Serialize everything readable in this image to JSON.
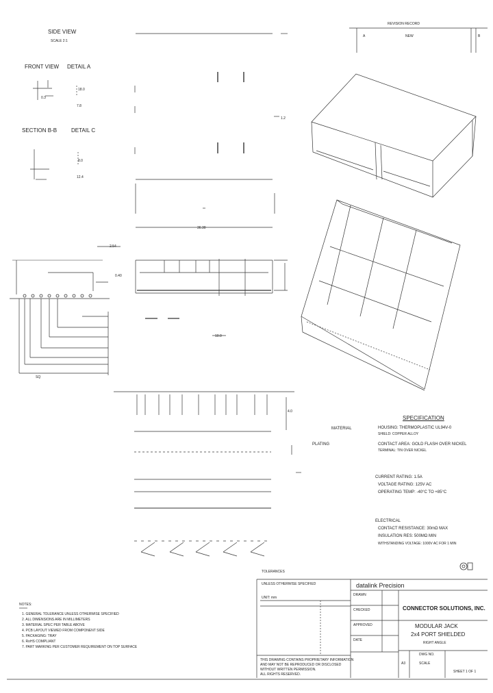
{
  "rev_table": {
    "label": "REVISION RECORD",
    "col_rev": "A",
    "col_desc": "NEW",
    "col_date": "B"
  },
  "views": {
    "top_title": "SIDE VIEW",
    "top_sub": "SCALE 2:1",
    "front_title": "FRONT VIEW",
    "detail_a": "DETAIL A",
    "section_b": "SECTION B-B",
    "detail_c": "DETAIL C"
  },
  "dimensions": {
    "d_18": "18.0",
    "d_78": "7.8",
    "d_0_3": "0.3",
    "d_8_0": "8.0",
    "d_12_4": "12.4",
    "d_1_2": "1.2",
    "d_width_total": "36.30",
    "d_pitch": "2.54",
    "d_small": "0.40",
    "d_sq": "SQ",
    "d_10": "10.0",
    "d_4": "4.0"
  },
  "spec_block": {
    "title": "SPECIFICATION",
    "material_label": "MATERIAL",
    "material_value": "HOUSING: THERMOPLASTIC UL94V-0",
    "material_value2": "SHIELD: COPPER ALLOY",
    "plating_label": "PLATING",
    "plating_value": "CONTACT AREA: GOLD FLASH OVER NICKEL",
    "plating_value2": "TERMINAL: TIN OVER NICKEL",
    "line3": "CURRENT RATING: 1.5A",
    "line4": "VOLTAGE RATING: 125V AC",
    "line5": "OPERATING TEMP: -40°C TO +85°C",
    "elec_title": "ELECTRICAL",
    "elec1": "CONTACT RESISTANCE: 30mΩ MAX",
    "elec2": "INSULATION RES: 500MΩ MIN",
    "elec3": "WITHSTANDING VOLTAGE: 1000V AC FOR 1 MIN"
  },
  "notes": {
    "title": "NOTES:",
    "n1": "1. GENERAL TOLERANCE UNLESS OTHERWISE SPECIFIED",
    "n2": "2. ALL DIMENSIONS ARE IN MILLIMETERS",
    "n3": "3. MATERIAL SPEC PER TABLE ABOVE",
    "n4": "4. PCB LAYOUT VIEWED FROM COMPONENT SIDE",
    "n5": "5. PACKAGING: TRAY",
    "n6": "6. RoHS COMPLIANT",
    "n7": "7. PART MARKING PER CUSTOMER REQUIREMENT ON TOP SURFACE"
  },
  "title_block": {
    "header_left": "TOLERANCES",
    "tol_label": "UNLESS OTHERWISE SPECIFIED",
    "unit": "UNIT: mm",
    "rows": [
      "DRAWN",
      "CHECKED",
      "APPROVED",
      "DATE"
    ],
    "company": "datalink   Precision",
    "company_sub": "CONNECTOR SOLUTIONS, INC.",
    "part_title1": "MODULAR JACK",
    "part_title2": "2x4 PORT SHIELDED",
    "part_title3": "RIGHT ANGLE",
    "dwg_no_label": "DWG NO.",
    "sheet": "SHEET 1 OF 1",
    "scale": "SCALE",
    "size": "A3",
    "disclaimer1": "THIS DRAWING CONTAINS PROPRIETARY INFORMATION",
    "disclaimer2": "AND MAY NOT BE REPRODUCED OR DISCLOSED",
    "disclaimer3": "WITHOUT WRITTEN PERMISSION.",
    "disclaimer4": "ALL RIGHTS RESERVED."
  }
}
